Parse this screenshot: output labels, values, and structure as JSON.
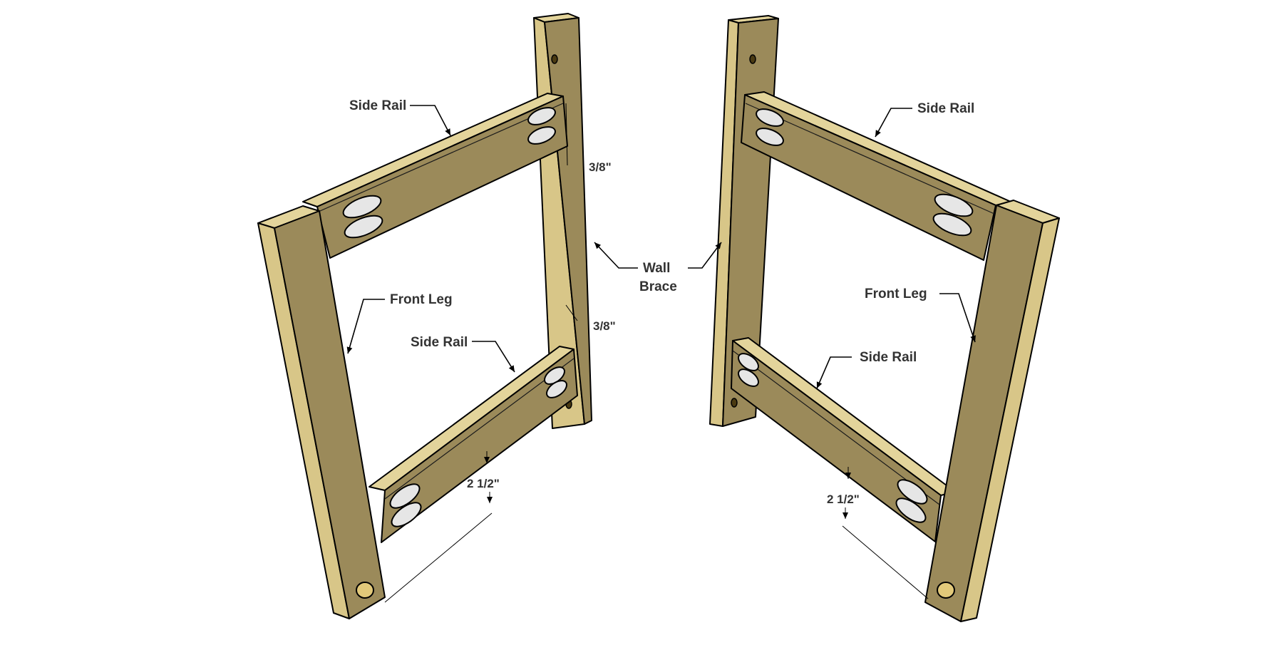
{
  "labels": {
    "side_rail_top_left": "Side Rail",
    "side_rail_top_right": "Side Rail",
    "side_rail_bottom_left": "Side Rail",
    "side_rail_bottom_right": "Side Rail",
    "front_leg_left": "Front Leg",
    "front_leg_right": "Front Leg",
    "wall_brace_line1": "Wall",
    "wall_brace_line2": "Brace"
  },
  "dimensions": {
    "offset_upper_left": "3/8\"",
    "offset_lower_left": "3/8\"",
    "rail_height_left": "2 1/2\"",
    "rail_height_right": "2 1/2\""
  },
  "colors": {
    "wood_dark": "#9b8a5a",
    "wood_light": "#d8c688",
    "wood_top": "#e3d49b",
    "pocket_hole": "#e6e6e6",
    "label_text": "#333333"
  }
}
